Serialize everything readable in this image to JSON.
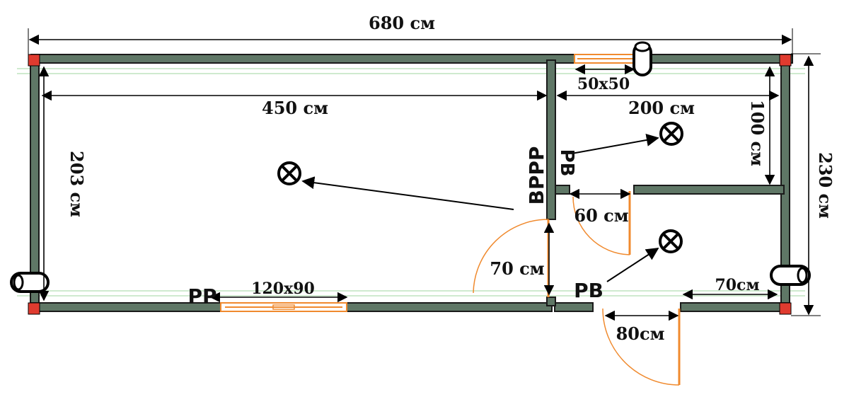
{
  "dimensions": {
    "overall_width": "680 см",
    "overall_height": "230 см",
    "main_room_width": "450 см",
    "main_room_height": "203 см",
    "small_room_width": "200 см",
    "small_room_height": "100 см",
    "inner_door_width": "60 см",
    "main_door_width": "70 см",
    "entrance_width": "80см",
    "right_segment": "70см"
  },
  "windows": {
    "top_window": "50x50",
    "bottom_window": "120x90"
  },
  "labels": {
    "rr_bottom": "РР",
    "vr_vertical": "ВРРР",
    "rv_vertical": "РВ",
    "rv_bottom": "РВ"
  },
  "colors": {
    "wall": "#5f7766",
    "window": "#f08a2e",
    "door_arc": "#f08a2e",
    "corner": "#e03b2f"
  }
}
